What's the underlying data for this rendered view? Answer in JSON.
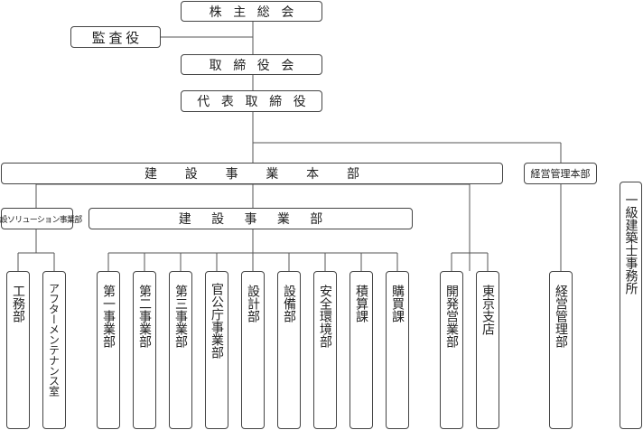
{
  "nodes": {
    "shareholders": "株主総会",
    "auditor": "監査役",
    "board": "取締役会",
    "president": "代表取締役",
    "hq": "建設事業本部",
    "mgmt_hq": "経営管理本部",
    "architect": "一級建築士事務所",
    "solution": "建設ソリューション事業部",
    "division": "建設事業部",
    "dept_koumu": "工務部",
    "dept_after": "アフターメンテナンス室",
    "dept_dai1": "第一事業部",
    "dept_dai2": "第二事業部",
    "dept_dai3": "第三事業部",
    "dept_kankocho": "官公庁事業部",
    "dept_sekkei": "設計部",
    "dept_setsubi": "設備部",
    "dept_anzen": "安全環境部",
    "dept_sekisan": "積算課",
    "dept_kobai": "購買課",
    "dept_kaihatsu": "開発営業部",
    "dept_tokyo": "東京支店",
    "dept_keiei": "経営管理部"
  }
}
